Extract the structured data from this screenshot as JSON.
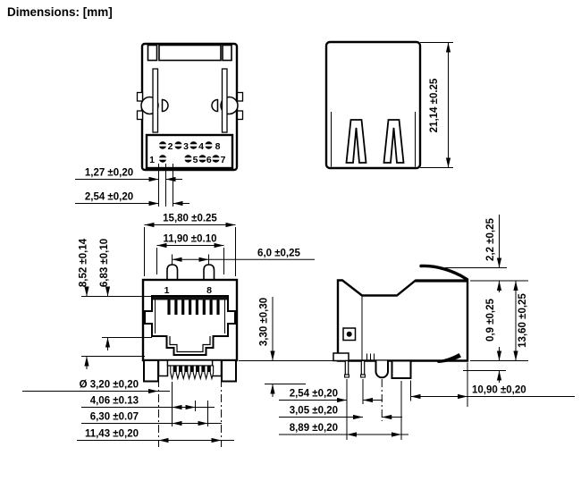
{
  "title": "Dimensions: [mm]",
  "top_view": {
    "pins_top_row": [
      "2",
      "3",
      "4",
      "8"
    ],
    "pins_bottom_row": [
      "1",
      "5",
      "6",
      "7"
    ],
    "dim_row_pitch": "1,27 ±0,20",
    "dim_pair_pitch": "2,54 ±0,20"
  },
  "rear_view": {
    "dim_height": "21,14 ±0.25"
  },
  "front_view": {
    "pin_first": "1",
    "pin_last": "8",
    "dim_body_width": "15,80 ±0.25",
    "dim_shield_width": "11,90 ±0.10",
    "dim_post_spacing": "6,0 ±0,25",
    "dim_height_outer": "8,52 ±0,14",
    "dim_height_inner": "6,83 ±0,10",
    "dim_standoff_height": "3,30 ±0,30",
    "dim_post_diameter": "Ø 3,20 ±0,20",
    "dim_pin_offset": "4,06 ±0.13",
    "dim_pin_span": "6,30 ±0.07",
    "dim_post_span": "11,43 ±0,20"
  },
  "side_view": {
    "dim_latch_protrusion": "2,2 ±0,25",
    "dim_shield_tab": "0,9 ±0,25",
    "dim_body_height": "13,60 ±0,25",
    "dim_pin_pitch": "2,54 ±0,20",
    "dim_post_offset": "3,05 ±0,20",
    "dim_post_pitch": "8,89 ±0,20",
    "dim_depth": "10,90 ±0,20"
  }
}
